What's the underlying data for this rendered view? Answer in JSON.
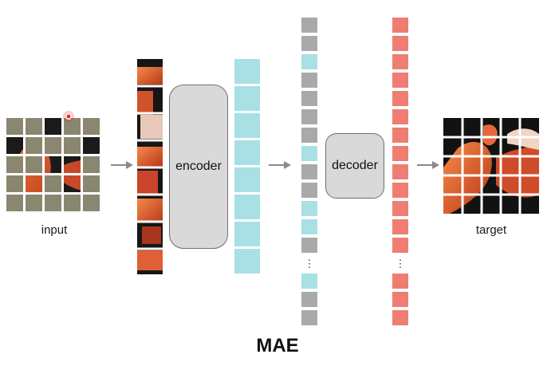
{
  "labels": {
    "input": "input",
    "encoder": "encoder",
    "decoder": "decoder",
    "target": "target",
    "title": "MAE",
    "ellipsis": "⋮"
  },
  "colors": {
    "mask_patch": "#8a8770",
    "encoder_token": "#a8e0e4",
    "masked_token": "#a9a9a9",
    "decoder_output": "#ef7d72",
    "box_fill": "#d9d9d9",
    "arrow": "#8a8a8a",
    "cursor_dot": "#e03030"
  },
  "encoder_column_pattern": [
    "gray",
    "gray",
    "cyan",
    "gray",
    "gray",
    "gray",
    "gray",
    "cyan",
    "gray",
    "gray",
    "cyan",
    "cyan",
    "gray",
    "dots",
    "cyan",
    "gray",
    "gray"
  ]
}
